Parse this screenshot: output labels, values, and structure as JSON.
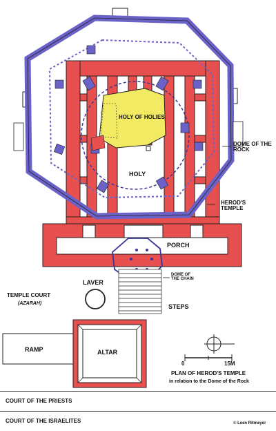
{
  "labels": {
    "holy_of_holies": "HOLY OF HOLIES",
    "holy": "HOLY",
    "dome_of_the_rock": "DOME OF THE ROCK",
    "herods_temple": "HEROD'S TEMPLE",
    "porch": "PORCH",
    "dome_of_the_chain": "DOME OF THE CHAIN",
    "laver": "LAVER",
    "temple_court": "TEMPLE COURT",
    "azarah": "(AZARAH)",
    "steps": "STEPS",
    "ramp": "RAMP",
    "altar": "ALTAR",
    "plan_title": "PLAN OF HEROD'S TEMPLE",
    "plan_subtitle": "in relation to the Dome of the Rock"
  },
  "scale": {
    "start": "0",
    "end": "15M"
  },
  "bands": {
    "priests": "COURT OF THE PRIESTS",
    "israelites": "COURT OF THE ISRAELITES"
  },
  "credit": "© Leen Ritmeyer",
  "colors": {
    "temple_red": "#e8504f",
    "dome_blue": "#6a62c8",
    "rock_yellow": "#f2ea62",
    "outline": "#222222"
  }
}
